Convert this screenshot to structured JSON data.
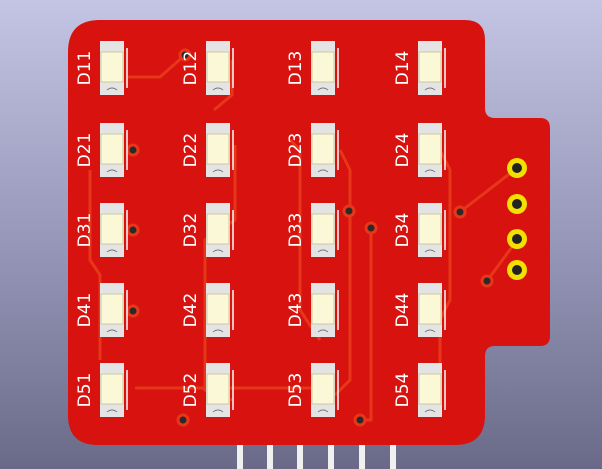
{
  "board": {
    "colors": {
      "soldermask": "#d8120f",
      "trace": "#e8361a",
      "pad": "#e4e4e4",
      "led": "#fbf8d8",
      "header": "#f2e000"
    },
    "leds": [
      [
        "D11",
        "D12",
        "D13",
        "D14"
      ],
      [
        "D21",
        "D22",
        "D23",
        "D24"
      ],
      [
        "D31",
        "D32",
        "D33",
        "D34"
      ],
      [
        "D41",
        "D42",
        "D43",
        "D44"
      ],
      [
        "D51",
        "D52",
        "D53",
        "D54"
      ]
    ],
    "header_pins": 4,
    "edge_pins": 6
  }
}
